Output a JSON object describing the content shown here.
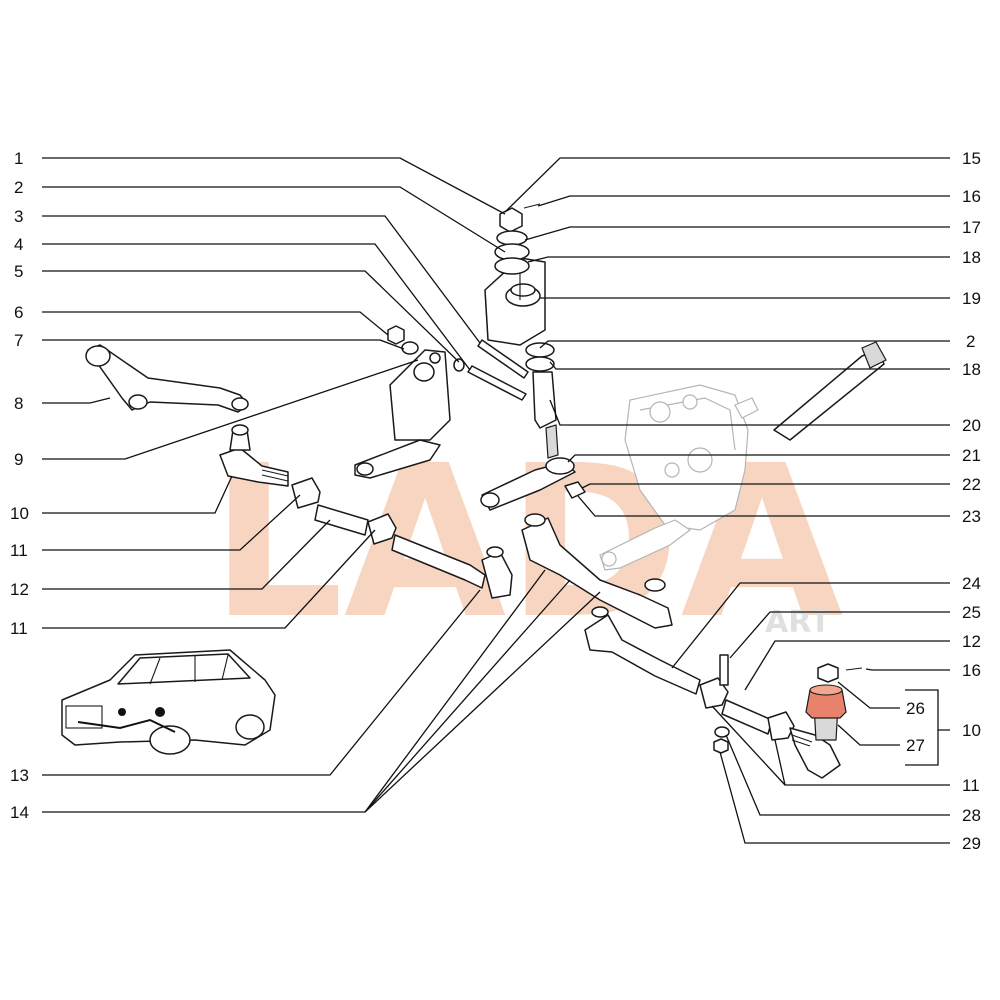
{
  "watermark": {
    "text": "LADA",
    "sub_text": "ART",
    "color": "#f2b48f"
  },
  "highlight_color": "#e8826b",
  "callouts": {
    "left": [
      {
        "id": "1",
        "label": "1"
      },
      {
        "id": "2",
        "label": "2"
      },
      {
        "id": "3",
        "label": "3"
      },
      {
        "id": "4",
        "label": "4"
      },
      {
        "id": "5",
        "label": "5"
      },
      {
        "id": "6",
        "label": "6"
      },
      {
        "id": "7",
        "label": "7"
      },
      {
        "id": "8",
        "label": "8"
      },
      {
        "id": "9",
        "label": "9"
      },
      {
        "id": "10",
        "label": "10"
      },
      {
        "id": "11a",
        "label": "11"
      },
      {
        "id": "12a",
        "label": "12"
      },
      {
        "id": "11b",
        "label": "11"
      },
      {
        "id": "13",
        "label": "13"
      },
      {
        "id": "14",
        "label": "14"
      }
    ],
    "right": [
      {
        "id": "15",
        "label": "15"
      },
      {
        "id": "16a",
        "label": "16"
      },
      {
        "id": "17",
        "label": "17"
      },
      {
        "id": "18a",
        "label": "18"
      },
      {
        "id": "19",
        "label": "19"
      },
      {
        "id": "2b",
        "label": "2"
      },
      {
        "id": "18b",
        "label": "18"
      },
      {
        "id": "20",
        "label": "20"
      },
      {
        "id": "21",
        "label": "21"
      },
      {
        "id": "22",
        "label": "22"
      },
      {
        "id": "23",
        "label": "23"
      },
      {
        "id": "24",
        "label": "24"
      },
      {
        "id": "25",
        "label": "25"
      },
      {
        "id": "12b",
        "label": "12"
      },
      {
        "id": "16b",
        "label": "16"
      },
      {
        "id": "26",
        "label": "26"
      },
      {
        "id": "10b",
        "label": "10"
      },
      {
        "id": "27",
        "label": "27"
      },
      {
        "id": "11c",
        "label": "11"
      },
      {
        "id": "28",
        "label": "28"
      },
      {
        "id": "29",
        "label": "29"
      }
    ]
  }
}
